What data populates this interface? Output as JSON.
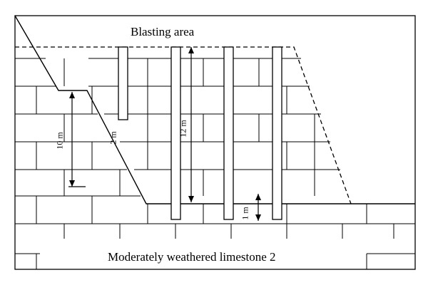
{
  "diagram": {
    "title": "Blasting area",
    "bottom_label": "Moderately weathered limestone 2",
    "dimensions": {
      "d10": "10 m",
      "d2": "2 m",
      "d12": "12 m",
      "d1": "1 m"
    },
    "line_color": "#000000",
    "background": "#ffffff"
  }
}
